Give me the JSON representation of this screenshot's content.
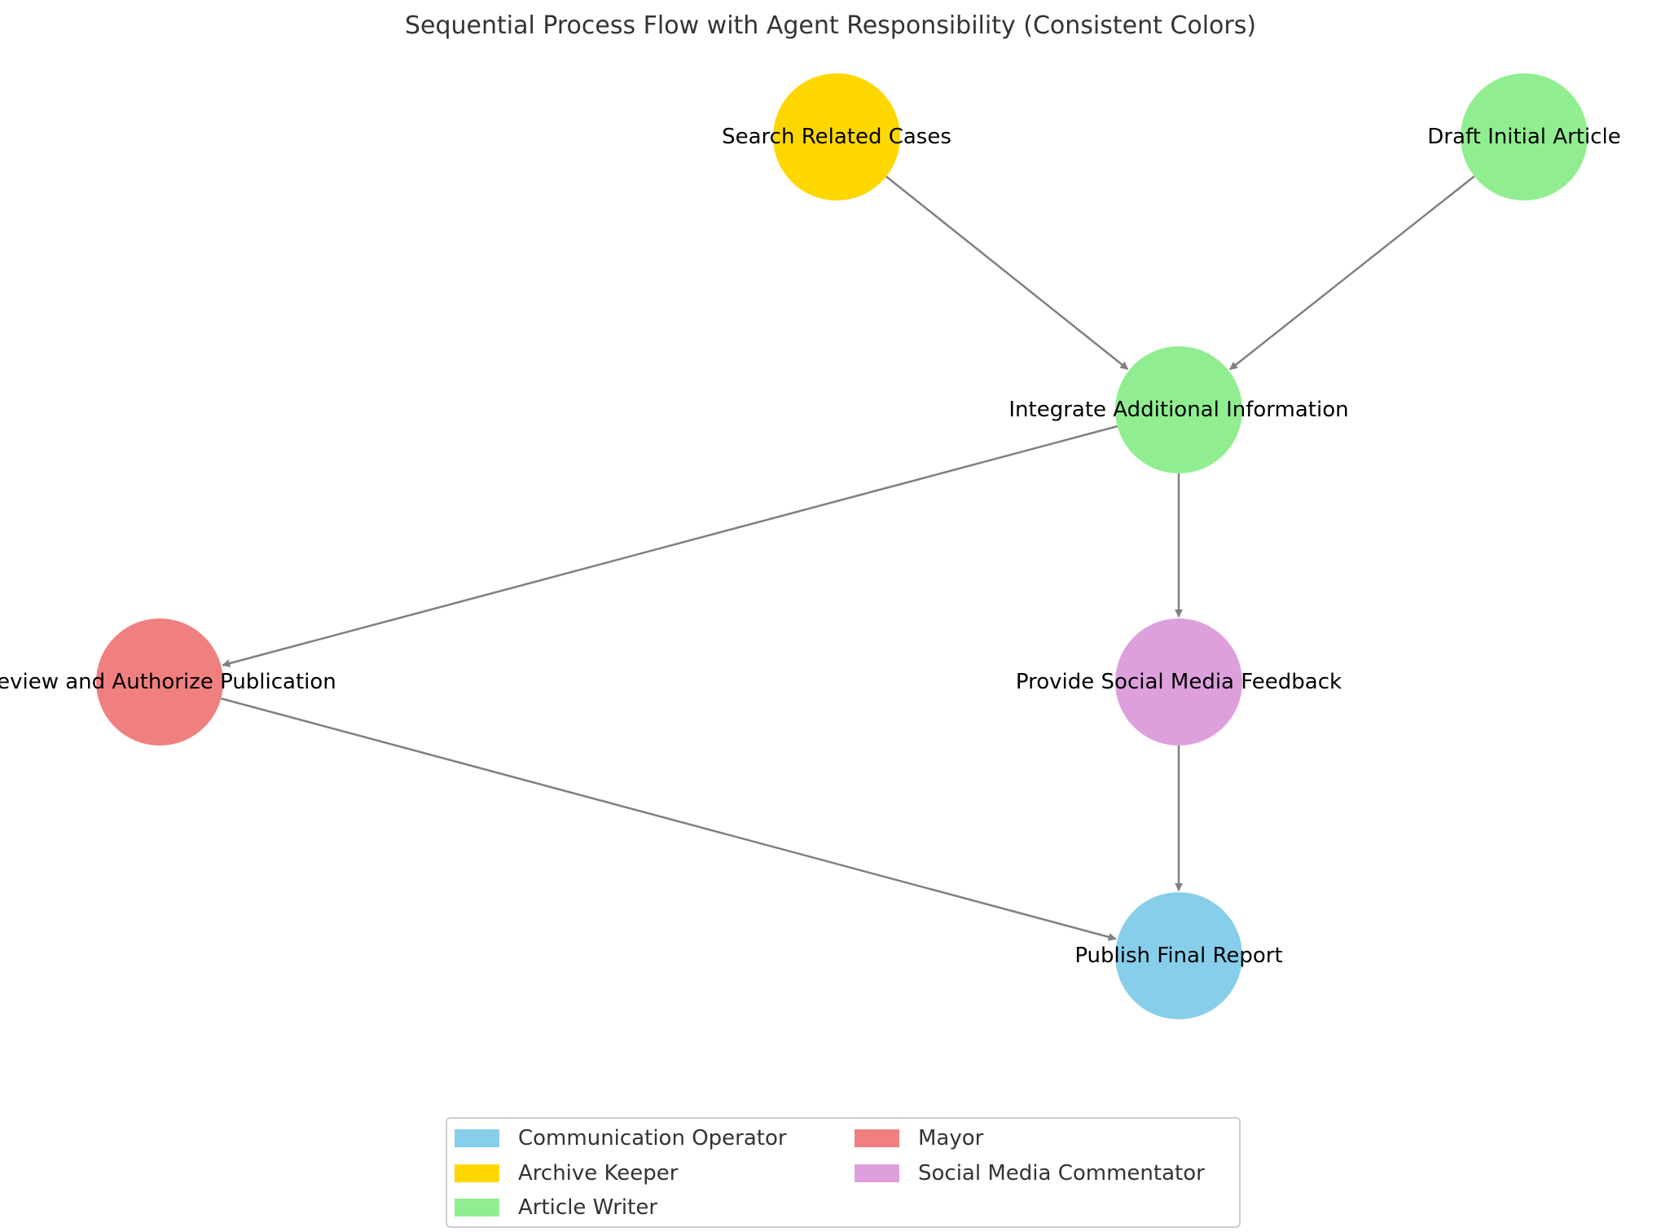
{
  "title": "Sequential Process Flow with Agent Responsibility (Consistent Colors)",
  "colors": {
    "edge": "#808080",
    "legend_border": "#cccccc"
  },
  "agents": [
    {
      "id": "communication-operator",
      "name": "Communication Operator",
      "color": "#87CEEB"
    },
    {
      "id": "archive-keeper",
      "name": "Archive Keeper",
      "color": "#FFD700"
    },
    {
      "id": "article-writer",
      "name": "Article Writer",
      "color": "#90EE90"
    },
    {
      "id": "mayor",
      "name": "Mayor",
      "color": "#F08080"
    },
    {
      "id": "social-media-commentator",
      "name": "Social Media Commentator",
      "color": "#DDA0DD"
    }
  ],
  "nodes": [
    {
      "id": "search-related-cases",
      "label": "Search Related Cases",
      "agent": "archive-keeper"
    },
    {
      "id": "draft-initial-article",
      "label": "Draft Initial Article",
      "agent": "article-writer"
    },
    {
      "id": "integrate-additional-information",
      "label": "Integrate Additional Information",
      "agent": "article-writer"
    },
    {
      "id": "review-and-authorize-publication",
      "label": "Review and Authorize Publication",
      "agent": "mayor"
    },
    {
      "id": "provide-social-media-feedback",
      "label": "Provide Social Media Feedback",
      "agent": "social-media-commentator"
    },
    {
      "id": "publish-final-report",
      "label": "Publish Final Report",
      "agent": "communication-operator"
    }
  ],
  "edges": [
    {
      "from": "search-related-cases",
      "to": "integrate-additional-information"
    },
    {
      "from": "draft-initial-article",
      "to": "integrate-additional-information"
    },
    {
      "from": "integrate-additional-information",
      "to": "review-and-authorize-publication"
    },
    {
      "from": "integrate-additional-information",
      "to": "provide-social-media-feedback"
    },
    {
      "from": "review-and-authorize-publication",
      "to": "publish-final-report"
    },
    {
      "from": "provide-social-media-feedback",
      "to": "publish-final-report"
    }
  ]
}
